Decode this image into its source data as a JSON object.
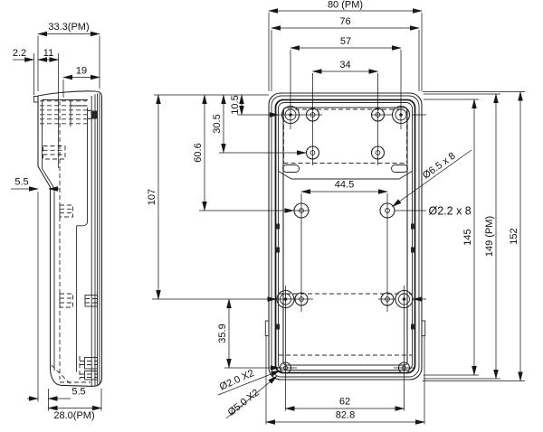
{
  "side_view": {
    "dim_overall_width": "33.3(PM)",
    "dim_lip": "2.2",
    "dim_offset": "11",
    "dim_inner_depth": "19",
    "dim_step": "5.5",
    "dim_bottom_step": "5.5",
    "dim_bottom_width": "28.0(PM)"
  },
  "front_view": {
    "dim_width_pm": "80 (PM)",
    "dim_width_body": "76",
    "dim_boss_span": "57",
    "dim_hole_span": "34",
    "dim_row1": "10.5",
    "dim_row2": "30.5",
    "dim_row3": "60.6",
    "dim_row4": "107",
    "dim_mid_span": "44.5",
    "dim_lower": "35.9",
    "dim_height_inner": "145",
    "dim_height_pm": "149 (PM)",
    "dim_height_overall": "152",
    "dim_bottom_span": "62",
    "dim_bottom_overall": "82.8",
    "callout_boss": "Ø6.5 x 8",
    "callout_pilot": "Ø2.2 x 8",
    "callout_small_hole": "Ø2.0 X2",
    "callout_large_hole": "Ø5.0 X2"
  }
}
